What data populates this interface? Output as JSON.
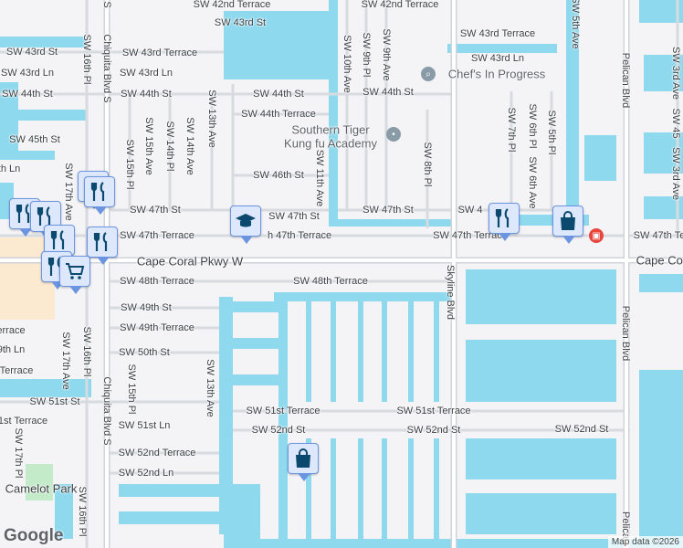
{
  "colors": {
    "water": "#8fd9ee",
    "land": "#f4f3f6",
    "road": "#ffffff",
    "road_edge": "#d7dbe0",
    "park": "#c4ebc9",
    "commercial": "#fbe9d0",
    "pin_fill": "#dde8fc",
    "pin_border": "#6b95e0",
    "pin_icon": "#0b4a6e"
  },
  "labels": {
    "h": [
      "SW 42nd Terrace",
      "SW 42nd Terrace",
      "SW 43rd St",
      "SW 43rd St",
      "SW 43rd Terrace",
      "SW 43rd Terrace",
      "SW 43rd Ln",
      "SW 43rd Ln",
      "SW 43rd Ln",
      "SW 44th St",
      "SW 44th St",
      "SW 44th St",
      "SW 44th St",
      "SW 44th Terrace",
      "SW 45th St",
      "th Ln",
      "SW 46th St",
      "SW 47th St",
      "SW 47th St",
      "SW 47th St",
      "SW 4",
      "SW 47th Terrace",
      "h 47th Terrace",
      "SW 47th Terrace",
      "SW 47th Te",
      "Cape Coral Pkwy W",
      "Cape Cora",
      "SW 48th Terrace",
      "SW 48th Terrace",
      "SW 49th St",
      "SW 49th Terrace",
      "errace",
      "SW 50th St",
      "9th Ln",
      "Terrace",
      "SW 51st St",
      "SW 51st Terrace",
      "SW 51st Terrace",
      "1st Terrace",
      "SW 51st Ln",
      "SW 52nd St",
      "SW 52nd St",
      "SW 52nd St",
      "SW 52nd Terrace",
      "SW 52nd Ln",
      "Camelot Park"
    ],
    "v": [
      "SW 16th Pl",
      "Chiquita Blvd S",
      "SW 17th Ave",
      "SW 15th Pl",
      "SW 15th Ave",
      "SW 14th Pl",
      "SW 14th Ave",
      "SW 13th Ave",
      "SW 10th Ave",
      "SW 9th Pl",
      "SW 9th Ave",
      "SW 11th Ave",
      "SW 8th Pl",
      "SW 7th Pl",
      "SW 6th Pl",
      "SW 6th Ave",
      "SW 5th Pl",
      "SW 5th Ave",
      "Pelican Blvd",
      "Pelican Blvd",
      "Pelica",
      "SW 3rd Ave",
      "SW 3rd Ave",
      "SW 45",
      "Skyline Blvd",
      "SW 16th Pl",
      "SW 17th Ave",
      "SW 15th Pl",
      "SW 13th Ave",
      "Chiquita Blvd S",
      "SW 17th Pl",
      "SW 16th Pl",
      "S"
    ],
    "poi": [
      "Chef's In Progress",
      "Southern Tiger",
      "Kung fu Academy"
    ]
  },
  "pins": [
    {
      "type": "restaurant",
      "icon": "fork-knife-icon"
    },
    {
      "type": "restaurant",
      "icon": "fork-knife-icon"
    },
    {
      "type": "restaurant",
      "icon": "fork-knife-icon"
    },
    {
      "type": "restaurant",
      "icon": "fork-knife-icon"
    },
    {
      "type": "restaurant",
      "icon": "fork-knife-icon"
    },
    {
      "type": "restaurant",
      "icon": "fork-knife-icon"
    },
    {
      "type": "restaurant",
      "icon": "fork-knife-icon"
    },
    {
      "type": "shopping",
      "icon": "shopping-cart-icon"
    },
    {
      "type": "school",
      "icon": "graduation-cap-icon"
    },
    {
      "type": "restaurant",
      "icon": "fork-knife-icon"
    },
    {
      "type": "shopping",
      "icon": "shopping-bag-icon"
    },
    {
      "type": "shopping",
      "icon": "shopping-bag-icon"
    }
  ],
  "branding": {
    "logo": "Google",
    "attribution": "Map data ©2026"
  }
}
